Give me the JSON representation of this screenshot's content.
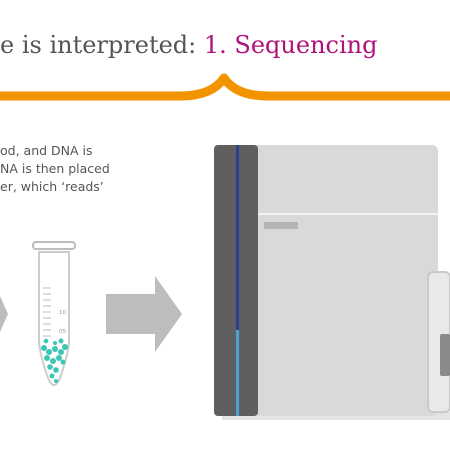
{
  "header": {
    "faint_text": "",
    "title_prefix": "e is interpreted: ",
    "title_accent": "1. Sequencing"
  },
  "description": {
    "lines": [
      "od, and DNA is",
      "NA is then placed",
      "er, which ‘reads’"
    ]
  },
  "tube": {
    "scale_labels": [
      "10",
      "05"
    ]
  },
  "colors": {
    "accent_text": "#b0117a",
    "brace": "#f29400",
    "title": "#555555",
    "arrow": "#bdbdbd",
    "dna": "#3cc6b4",
    "machine_body": "#d9d9d9",
    "machine_side": "#5f5f5f",
    "machine_stripe": "#2a3f8f"
  }
}
